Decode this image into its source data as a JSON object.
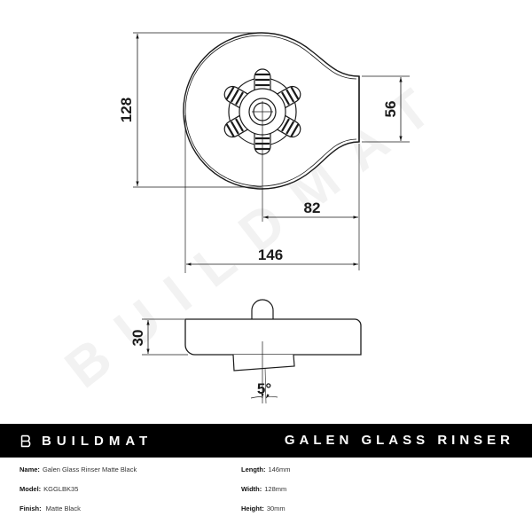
{
  "drawing": {
    "top_view": {
      "dimensions": {
        "overall_height": "128",
        "neck_width": "56",
        "center_to_end": "82",
        "overall_length": "146"
      }
    },
    "side_view": {
      "dimensions": {
        "thickness": "30",
        "angle": "5°"
      }
    },
    "watermark": "BUILDMAT"
  },
  "banner": {
    "brand": "BUILDMAT",
    "product_title": "GALEN GLASS RINSER",
    "background_color": "#000000",
    "text_color": "#ffffff"
  },
  "specs": {
    "left": [
      {
        "label": "Name:",
        "value": "Galen Glass Rinser Matte Black"
      },
      {
        "label": "Model:",
        "value": "KGGLBK35"
      },
      {
        "label": "Finish:",
        "value": " Matte Black"
      }
    ],
    "right": [
      {
        "label": "Length:",
        "value": "146mm"
      },
      {
        "label": "Width:",
        "value": "128mm"
      },
      {
        "label": "Height:",
        "value": "30mm"
      }
    ]
  }
}
